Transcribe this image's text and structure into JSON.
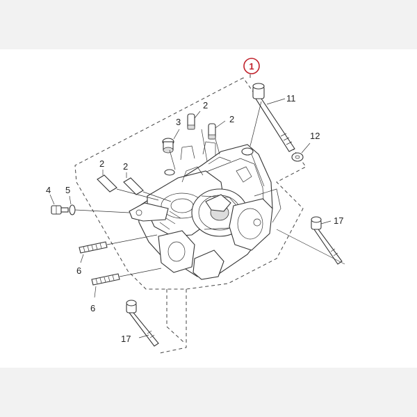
{
  "diagram": {
    "callout": "1",
    "labels": {
      "p2a": "2",
      "p2b": "2",
      "p2c": "2",
      "p2d": "2",
      "p3": "3",
      "p4": "4",
      "p5": "5",
      "p6a": "6",
      "p6b": "6",
      "p11": "11",
      "p12": "12",
      "p17a": "17",
      "p17b": "17"
    },
    "colors": {
      "callout": "#c0202a",
      "line": "#333333",
      "panel": "#ffffff",
      "background": "#f2f2f2"
    }
  }
}
